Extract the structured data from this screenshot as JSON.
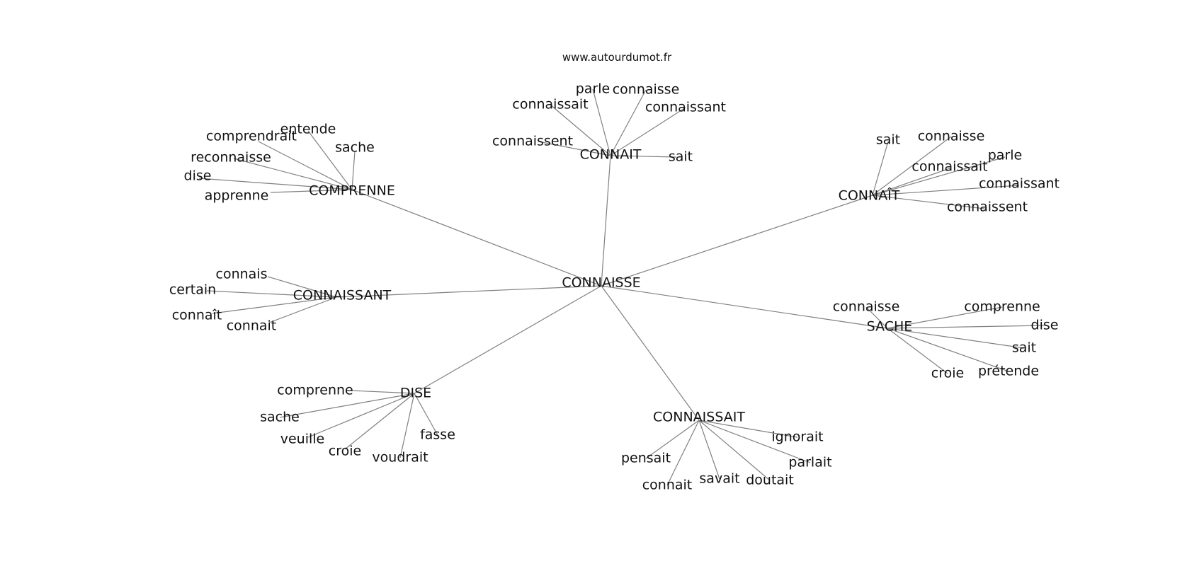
{
  "site": "www.autourdumot.fr",
  "center": "CONNAISSE",
  "clusters": [
    {
      "label": "CONNAIT",
      "leaves": [
        "connaissait",
        "parle",
        "connaisse",
        "connaissant",
        "connaissent",
        "sait"
      ]
    },
    {
      "label": "COMPRENNE",
      "leaves": [
        "comprendrait",
        "entende",
        "sache",
        "reconnaisse",
        "dise",
        "apprenne"
      ]
    },
    {
      "label": "CONNAÎT",
      "leaves": [
        "sait",
        "connaisse",
        "connaissait",
        "parle",
        "connaissant",
        "connaissent"
      ]
    },
    {
      "label": "CONNAISSANT",
      "leaves": [
        "connais",
        "certain",
        "connaît",
        "connait"
      ]
    },
    {
      "label": "SACHE",
      "leaves": [
        "connaisse",
        "comprenne",
        "dise",
        "sait",
        "prétende",
        "croie"
      ]
    },
    {
      "label": "DISE",
      "leaves": [
        "comprenne",
        "sache",
        "veuille",
        "croie",
        "voudrait",
        "fasse"
      ]
    },
    {
      "label": "CONNAISSAIT",
      "leaves": [
        "pensait",
        "connait",
        "savait",
        "doutait",
        "parlait",
        "ignorait"
      ]
    }
  ]
}
